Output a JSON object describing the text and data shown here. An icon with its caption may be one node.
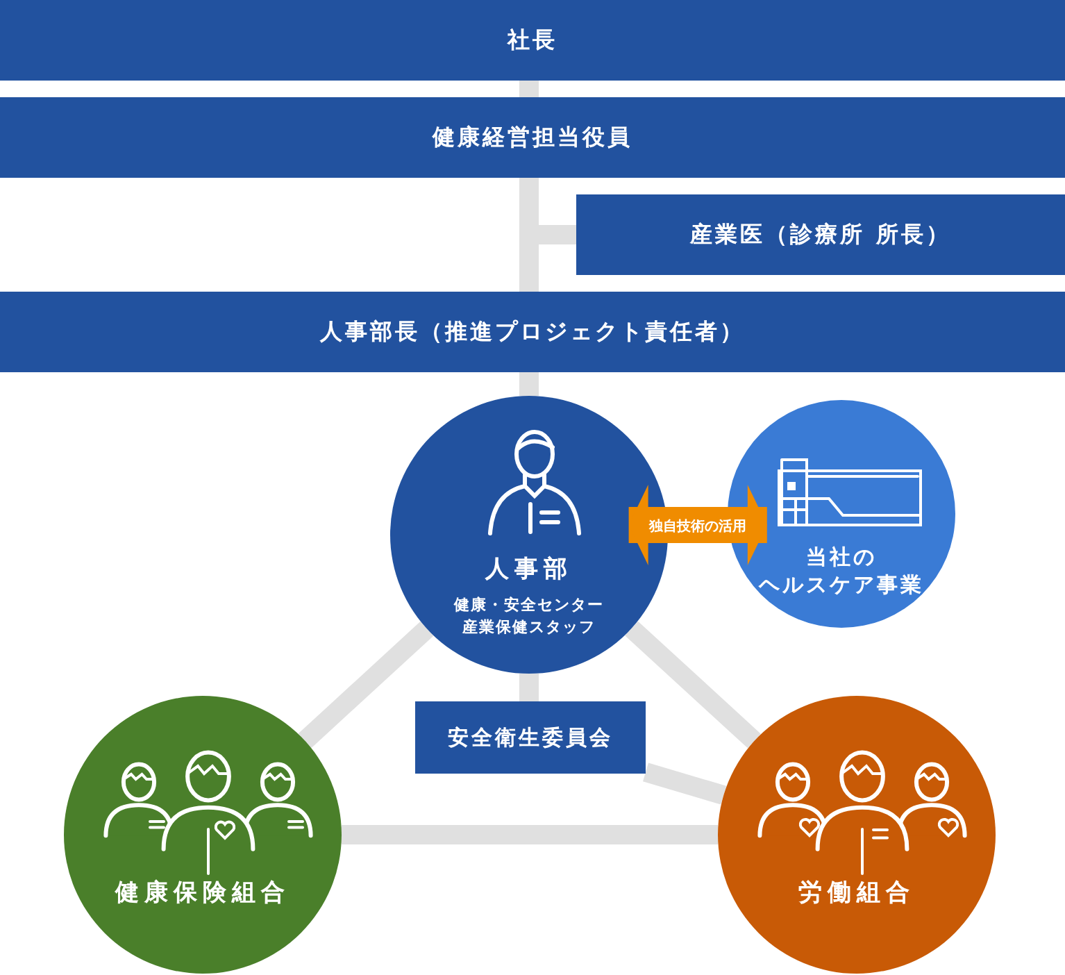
{
  "diagram": {
    "nodes": [
      {
        "text": [
          "社長"
        ]
      },
      {
        "text": [
          "健康経営担当役員"
        ]
      },
      {
        "text": [
          "産業医（診療所 所長）"
        ]
      },
      {
        "text": [
          "人事部長（推進プロジェクト責任者）"
        ]
      },
      {
        "text": [
          "人事部",
          "健康・安全センター産業保健スタッフ"
        ]
      },
      {
        "text": [
          "当社の",
          "ヘルスケア事業"
        ]
      },
      {
        "text": [
          "安全衛生委員会"
        ]
      },
      {
        "text": [
          "健康保険組合"
        ]
      },
      {
        "text": [
          "労働組合"
        ]
      }
    ],
    "edges": [
      {
        "from": 0,
        "to": 1,
        "arrow": "none"
      },
      {
        "from": 1,
        "to": 3,
        "arrow": "none"
      },
      {
        "from": 1,
        "to": 2,
        "arrow": "none"
      },
      {
        "from": 3,
        "to": 4,
        "arrow": "none"
      },
      {
        "from": 4,
        "to": 5,
        "arrow": "both",
        "label": "独自技術の活用",
        "color": "#f08c00",
        "style": "thick"
      },
      {
        "from": 4,
        "to": 6,
        "arrow": "none"
      },
      {
        "from": 4,
        "to": 7,
        "arrow": "none"
      },
      {
        "from": 4,
        "to": 8,
        "arrow": "none"
      },
      {
        "from": 6,
        "to": 8,
        "arrow": "none"
      },
      {
        "from": 7,
        "to": 8,
        "arrow": "none"
      }
    ]
  }
}
